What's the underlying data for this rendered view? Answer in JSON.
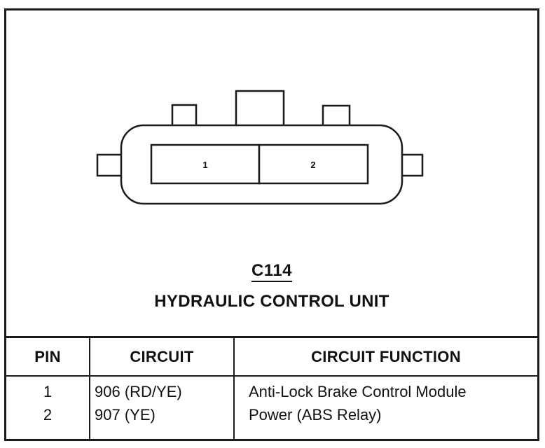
{
  "connector": {
    "id": "C114",
    "name": "HYDRAULIC CONTROL UNIT",
    "cavities": [
      "1",
      "2"
    ]
  },
  "table": {
    "headers": {
      "pin": "PIN",
      "circuit": "CIRCUIT",
      "function": "CIRCUIT FUNCTION"
    },
    "rows": [
      {
        "pin": "1",
        "circuit": "906 (RD/YE)",
        "function": "Anti-Lock Brake Control Module"
      },
      {
        "pin": "2",
        "circuit": "907 (YE)",
        "function": "Power (ABS Relay)"
      }
    ]
  },
  "colors": {
    "line": "#1a1a1a",
    "background": "#ffffff"
  }
}
